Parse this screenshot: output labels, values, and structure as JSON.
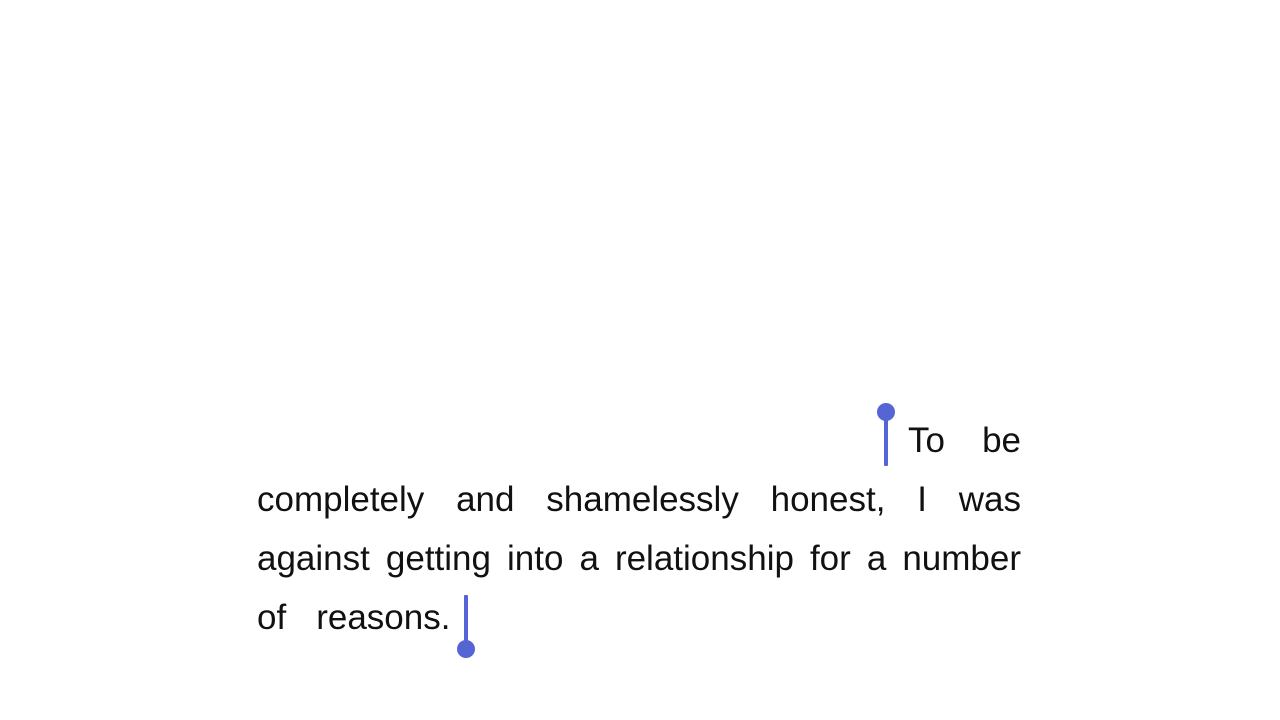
{
  "document": {
    "lines": [
      [
        "To",
        "be"
      ],
      [
        "completely",
        "and",
        "shamelessly",
        "honest,",
        "I",
        "was"
      ],
      [
        "against",
        "getting",
        "into",
        "a",
        "relationship",
        "for",
        "a",
        "number"
      ],
      [
        "of",
        "reasons."
      ]
    ]
  },
  "selection": {
    "start_handle": "selection-start-handle",
    "end_handle": "selection-end-handle",
    "color": "#5566d4"
  },
  "colors": {
    "background": "#ffffff",
    "text": "#111111",
    "accent": "#5566d4"
  }
}
